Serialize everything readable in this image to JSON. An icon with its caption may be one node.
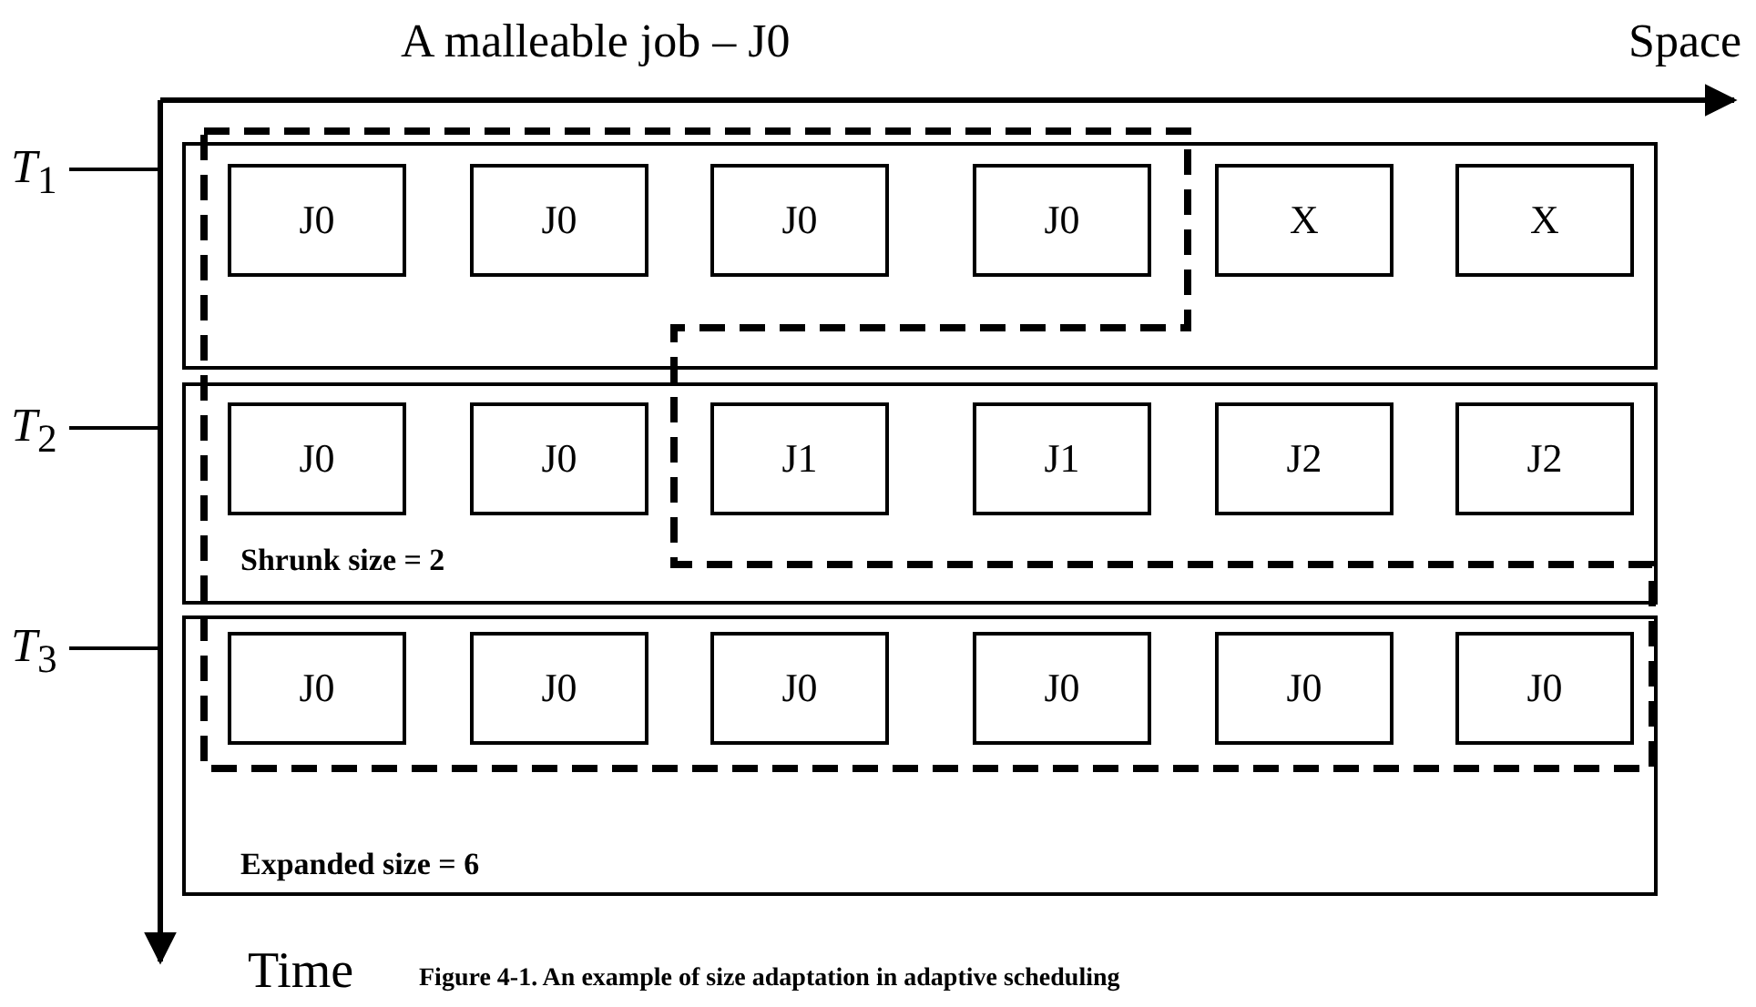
{
  "diagram": {
    "title": "A malleable job – J0",
    "caption": "Figure 4-1. An example of size adaptation in adaptive scheduling",
    "nodes": [
      {
        "text": [],
        "shape": "box"
      },
      {
        "text": [
          "J0"
        ],
        "in": 0
      },
      {
        "text": [
          "J0"
        ],
        "in": 0
      },
      {
        "text": [
          "J0"
        ],
        "in": 0
      },
      {
        "text": [
          "J0"
        ],
        "in": 0
      },
      {
        "text": [
          "X"
        ],
        "in": 0
      },
      {
        "text": [
          "X"
        ],
        "in": 0
      },
      {
        "text": [
          "Shrunk size = 2"
        ]
      },
      {
        "text": [
          "J0"
        ],
        "in": 7
      },
      {
        "text": [
          "J0"
        ],
        "in": 7
      },
      {
        "text": [
          "J1"
        ],
        "in": 7
      },
      {
        "text": [
          "J1"
        ],
        "in": 7
      },
      {
        "text": [
          "J2"
        ],
        "in": 7
      },
      {
        "text": [
          "J2"
        ],
        "in": 7
      },
      {
        "text": [
          "Expanded size = 6"
        ]
      },
      {
        "text": [
          "J0"
        ],
        "in": 14
      },
      {
        "text": [
          "J0"
        ],
        "in": 14
      },
      {
        "text": [
          "J0"
        ],
        "in": 14
      },
      {
        "text": [
          "J0"
        ],
        "in": 14
      },
      {
        "text": [
          "J0"
        ],
        "in": 14
      },
      {
        "text": [
          "J0"
        ],
        "in": 14
      }
    ],
    "edges": [],
    "labels": [
      "Space",
      "*T*$_{1}$",
      "*T*$_{2}$",
      "*T*$_{3}$",
      "Time"
    ]
  }
}
